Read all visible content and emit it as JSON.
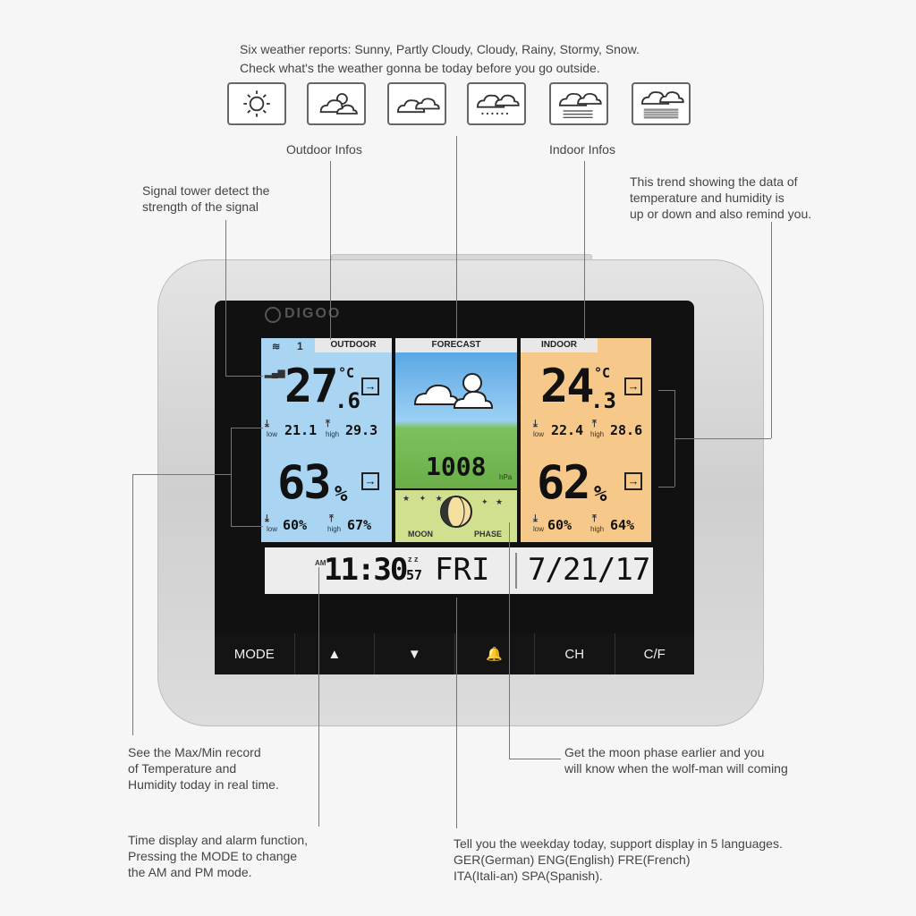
{
  "top_caption": {
    "line1": "Six weather reports: Sunny, Partly Cloudy, Cloudy, Rainy, Stormy, Snow.",
    "line2": "Check what's the weather gonna be today before you go outside."
  },
  "weather_icons": [
    "sun-icon",
    "partly-cloudy-icon",
    "cloudy-icon",
    "rainy-icon",
    "stormy-icon",
    "snow-icon"
  ],
  "captions": {
    "outdoor_infos": "Outdoor Infos",
    "indoor_infos": "Indoor Infos",
    "signal": [
      "Signal tower detect the",
      "strength of the signal"
    ],
    "trend": [
      "This trend showing the data of",
      "temperature and humidity is",
      "up or down and also remind you."
    ],
    "maxmin": [
      "See the Max/Min record",
      "of Temperature and",
      "Humidity today in real time."
    ],
    "moon": [
      "Get the moon phase earlier and you",
      "will know when the wolf-man will coming"
    ],
    "time": [
      "Time display and alarm function,",
      "Pressing the MODE to change",
      "the AM and PM mode."
    ],
    "weekday": [
      "Tell you the weekday today, support display in 5 languages.",
      "GER(German) ENG(English) FRE(French)",
      "ITA(Itali-an) SPA(Spanish)."
    ]
  },
  "device": {
    "brand": "DIGOO",
    "outdoor": {
      "header": "OUTDOOR",
      "channel": "1",
      "temp_main": "27",
      "temp_dec": ".6",
      "unit": "°C",
      "temp_low": "21.1",
      "temp_high": "29.3",
      "low_label": "low",
      "high_label": "high",
      "humidity": "63",
      "pct": "%",
      "hum_low": "60%",
      "hum_high": "67%"
    },
    "forecast": {
      "header": "FORECAST",
      "pressure": "1008",
      "pressure_unit": "hPa",
      "moon_label": "MOON",
      "phase_label": "PHASE"
    },
    "indoor": {
      "header": "INDOOR",
      "temp_main": "24",
      "temp_dec": ".3",
      "unit": "°C",
      "temp_low": "22.4",
      "temp_high": "28.6",
      "low_label": "low",
      "high_label": "high",
      "humidity": "62",
      "pct": "%",
      "hum_low": "60%",
      "hum_high": "64%"
    },
    "clock": {
      "ampm": "AM",
      "time": "11:30",
      "seconds": "57",
      "zz": "z z",
      "weekday": "FRI",
      "date": "7/21/17"
    },
    "buttons": [
      "MODE",
      "▲",
      "▼",
      "🔔",
      "CH",
      "C/F"
    ]
  },
  "colors": {
    "outdoor_bg": "#a9d4f2",
    "indoor_bg": "#f6c98a",
    "moon_bg": "#cfe08e"
  }
}
